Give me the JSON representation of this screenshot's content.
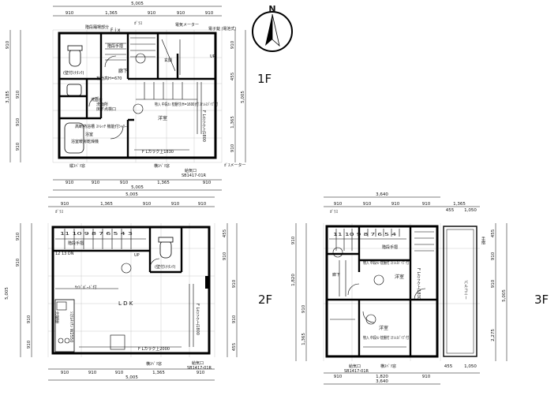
{
  "compass": {
    "letter": "N"
  },
  "floors": [
    {
      "id": "1F",
      "label": "1F",
      "top_dims": [
        "5,005"
      ],
      "top_segments": [
        "910",
        "1,365",
        "910",
        "910",
        "910"
      ],
      "bottom_dims": [
        "5,005"
      ],
      "bottom_segments": [
        "910",
        "910",
        "910",
        "1,365",
        "910"
      ],
      "left_dims": [
        "910",
        "910",
        "3,185",
        "910",
        "910"
      ],
      "right_dims": [
        "910",
        "455",
        "1,365",
        "5,005",
        "910"
      ],
      "rooms": {
        "fix": "F i x",
        "stair_window": "階段踊場部分",
        "electric_meter": "電気メーター",
        "electric_lock": "電子錠 (電池式)",
        "toilet_tank": "(壁付けﾀﾝｸ)",
        "stairs_rail": "階段手摺",
        "closet": "玄関",
        "hall": "廊下",
        "handrail_h": "有効高H=670",
        "lavatory": "洗面台",
        "washroom": "洗面所",
        "floor_storage": "床下点検口",
        "bath": "浴室",
        "bath_spec": "高断熱浴槽 ｽﾄﾚｯﾁ 機能付ｼｬﾜｰ",
        "bath_dryer": "浴室暖房乾燥機",
        "storage_shelf": "物入 中段ｶﾝ 枕棚付(H=1600)付 ｽﾃﾝﾚｽﾊﾟｲﾌﾟ付",
        "western": "洋室",
        "fl_band": "F Lカラク上1830",
        "fl_band2": "F Lカラク上1800",
        "vent": "給気口",
        "vent_code": "SB1417-01R",
        "window_slide": "縦ｽﾍﾞﾘ窓",
        "window_h": "横ｽﾍﾞﾘ窓",
        "gas_meter": "ｶﾞｽメーター",
        "up": "UP",
        "glass": "ｶﾞﾗｽ"
      }
    },
    {
      "id": "2F",
      "label": "2F",
      "top_dims": [
        "5,005"
      ],
      "top_segments": [
        "910",
        "1,365",
        "910",
        "910",
        "910"
      ],
      "bottom_dims": [
        "5,005"
      ],
      "bottom_segments": [
        "910",
        "910",
        "910",
        "1,365",
        "910"
      ],
      "left_dims": [
        "910",
        "910",
        "5,005",
        "910",
        "910"
      ],
      "right_dims": [
        "455",
        "910",
        "910",
        "910",
        "455"
      ],
      "rooms": {
        "stair_numbers": "11  10  9  8  7  6  5  4  3",
        "stair_numbers_b": "12   13  DN",
        "stairs_rail": "階段手摺",
        "toilet_tank": "(壁付けﾀﾝｸ)",
        "sidebar": "ｻｲﾄﾞﾎﾞｰﾄﾞ付",
        "ldk": "L D K",
        "kitchen": "ｼｽﾃﾑｷｯﾁﾝ W2550",
        "fridge": "冷蔵庫",
        "fl_band": "F Lカラク上2000",
        "fl_band_v": "F Lカラク上1800",
        "window_h": "横ｽﾍﾞﾘ窓",
        "vent": "給気口",
        "vent_code": "SB1417-01R",
        "up": "UP",
        "glass": "ｶﾞﾗｽ"
      }
    },
    {
      "id": "3F",
      "label": "3F",
      "top_dims": [
        "3,640"
      ],
      "top_segments": [
        "910",
        "910",
        "910",
        "910",
        "1,365"
      ],
      "top_right": [
        "455",
        "1,050"
      ],
      "bottom_dims": [
        "3,640"
      ],
      "bottom_segments": [
        "910",
        "1,820",
        "910"
      ],
      "bottom_right": [
        "455",
        "1,050"
      ],
      "left_dims": [
        "910",
        "1,820",
        "910",
        "1,365"
      ],
      "right_dims": [
        "455",
        "910",
        "910",
        "5,005",
        "2,275"
      ],
      "rooms": {
        "stair_numbers": "11  10  9  8  7  6  5  4",
        "stairs_rail": "階段手摺",
        "hall": "廊下",
        "storage": "物入 中段ｶﾝ 枕棚付 ｽﾃﾝﾚｽﾊﾟｲﾌﾟ付",
        "western1": "洋室",
        "western2": "洋室",
        "balcony": "バルコニー",
        "fl_band": "F Lカラク上1830",
        "storage2": "物入 中段ｶﾝ 枕棚付 ｽﾃﾝﾚｽﾊﾟｲﾌﾟ付",
        "vent": "給気口",
        "vent_code": "SB1417-01R",
        "window_h": "横ｽﾍﾞﾘ窓",
        "glass": "ｶﾞﾗｽ",
        "rail": "手摺"
      }
    }
  ]
}
